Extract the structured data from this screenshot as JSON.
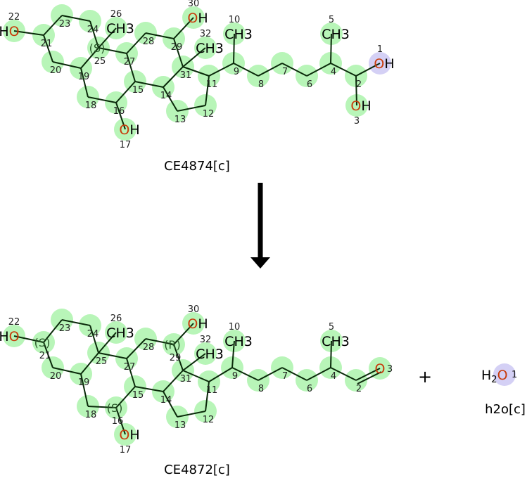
{
  "reactant": {
    "name": "CE4874[c]",
    "atoms": [
      {
        "id": "1",
        "label": "OH",
        "hl": "purple"
      },
      {
        "id": "2",
        "label": ""
      },
      {
        "id": "3",
        "label": "OH"
      },
      {
        "id": "4",
        "label": ""
      },
      {
        "id": "5",
        "label": "CH3"
      },
      {
        "id": "6",
        "label": ""
      },
      {
        "id": "7",
        "label": ""
      },
      {
        "id": "8",
        "label": ""
      },
      {
        "id": "9",
        "label": ""
      },
      {
        "id": "10",
        "label": "CH3"
      },
      {
        "id": "11",
        "label": ""
      },
      {
        "id": "12",
        "label": ""
      },
      {
        "id": "13",
        "label": ""
      },
      {
        "id": "14",
        "label": ""
      },
      {
        "id": "15",
        "label": ""
      },
      {
        "id": "16",
        "label": ""
      },
      {
        "id": "17",
        "label": "OH"
      },
      {
        "id": "18",
        "label": ""
      },
      {
        "id": "19",
        "label": ""
      },
      {
        "id": "20",
        "label": ""
      },
      {
        "id": "21",
        "label": ""
      },
      {
        "id": "22",
        "label": "HO"
      },
      {
        "id": "23",
        "label": ""
      },
      {
        "id": "24",
        "label": ""
      },
      {
        "id": "25",
        "label": "(S)"
      },
      {
        "id": "26",
        "label": "CH3"
      },
      {
        "id": "27",
        "label": ""
      },
      {
        "id": "28",
        "label": ""
      },
      {
        "id": "29",
        "label": ""
      },
      {
        "id": "30",
        "label": "OH"
      },
      {
        "id": "31",
        "label": ""
      },
      {
        "id": "32",
        "label": "CH3"
      }
    ]
  },
  "product": {
    "name": "CE4872[c]",
    "atoms": [
      {
        "id": "2",
        "label": ""
      },
      {
        "id": "3",
        "label": "O"
      },
      {
        "id": "4",
        "label": ""
      },
      {
        "id": "5",
        "label": "CH3"
      },
      {
        "id": "6",
        "label": ""
      },
      {
        "id": "7",
        "label": ""
      },
      {
        "id": "8",
        "label": ""
      },
      {
        "id": "9",
        "label": ""
      },
      {
        "id": "10",
        "label": "CH3"
      },
      {
        "id": "11",
        "label": ""
      },
      {
        "id": "12",
        "label": ""
      },
      {
        "id": "13",
        "label": ""
      },
      {
        "id": "14",
        "label": ""
      },
      {
        "id": "15",
        "label": ""
      },
      {
        "id": "16",
        "label": "(S)"
      },
      {
        "id": "17",
        "label": "OH"
      },
      {
        "id": "18",
        "label": ""
      },
      {
        "id": "19",
        "label": ""
      },
      {
        "id": "20",
        "label": ""
      },
      {
        "id": "21",
        "label": "(S)"
      },
      {
        "id": "22",
        "label": "HO"
      },
      {
        "id": "23",
        "label": ""
      },
      {
        "id": "24",
        "label": ""
      },
      {
        "id": "25",
        "label": ""
      },
      {
        "id": "26",
        "label": "CH3"
      },
      {
        "id": "27",
        "label": ""
      },
      {
        "id": "28",
        "label": ""
      },
      {
        "id": "29",
        "label": "(R)"
      },
      {
        "id": "30",
        "label": "OH"
      },
      {
        "id": "31",
        "label": ""
      },
      {
        "id": "32",
        "label": "CH3"
      }
    ]
  },
  "coproduct": {
    "name": "h2o[c]",
    "formula": "H2O",
    "atom_id": "1"
  },
  "plus": "+",
  "colors": {
    "highlight": "#b8f5b8",
    "highlight_alt": "#d4d0f5",
    "bond": "#0a2a0a",
    "oxygen": "#c83c0c"
  }
}
